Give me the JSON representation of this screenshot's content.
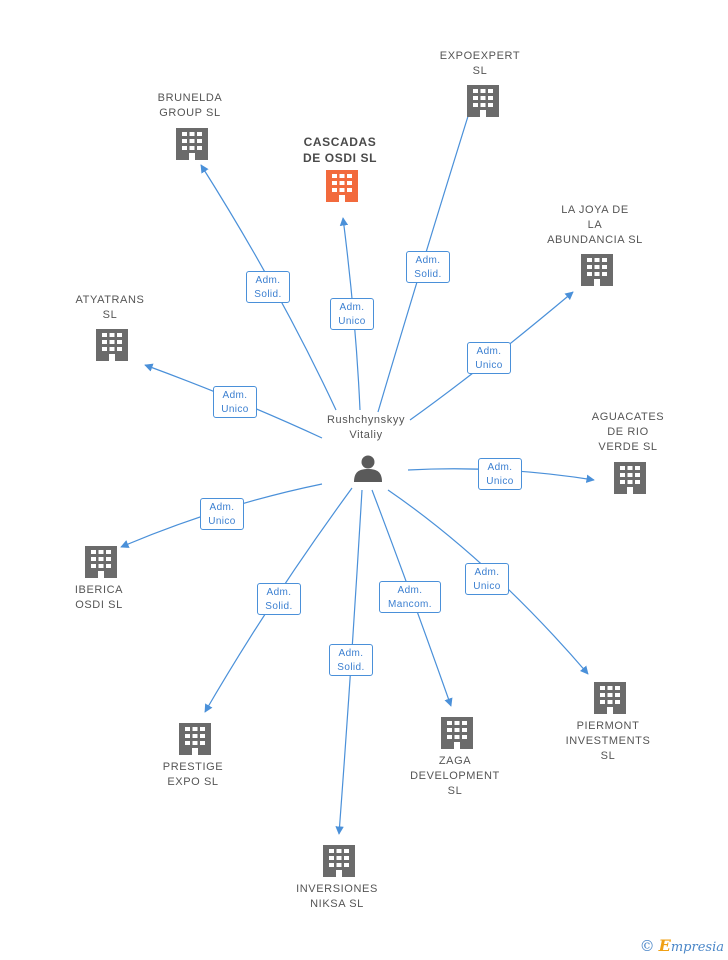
{
  "person": {
    "name": "Rushchynskyy\nVitaliy",
    "icon": "person-icon"
  },
  "companies": [
    {
      "id": "cascadas",
      "label": "CASCADAS\nDE OSDI  SL",
      "role": "Adm.\nUnico",
      "focus": true
    },
    {
      "id": "brunelda",
      "label": "BRUNELDA\nGROUP  SL",
      "role": "Adm.\nSolid."
    },
    {
      "id": "expoexpert",
      "label": "EXPOEXPERT\nSL",
      "role": "Adm.\nSolid."
    },
    {
      "id": "lajoya",
      "label": "LA JOYA DE\nLA\nABUNDANCIA SL",
      "role": "Adm.\nUnico"
    },
    {
      "id": "atyatrans",
      "label": "ATYATRANS\nSL",
      "role": "Adm.\nUnico"
    },
    {
      "id": "aguacates",
      "label": "AGUACATES\nDE RIO\nVERDE SL",
      "role": "Adm.\nUnico"
    },
    {
      "id": "iberica",
      "label": "IBERICA\nOSDI SL",
      "role": "Adm.\nUnico"
    },
    {
      "id": "prestige",
      "label": "PRESTIGE\nEXPO  SL",
      "role": "Adm.\nSolid."
    },
    {
      "id": "inversiones",
      "label": "INVERSIONES\nNIKSA SL",
      "role": "Adm.\nSolid."
    },
    {
      "id": "zaga",
      "label": "ZAGA\nDEVELOPMENT\nSL",
      "role": "Adm.\nMancom."
    },
    {
      "id": "piermont",
      "label": "PIERMONT\nINVESTMENTS\nSL",
      "role": "Adm.\nUnico"
    }
  ],
  "colors": {
    "edge": "#4a90d9",
    "building": "#6b6b6b",
    "focus_building": "#f26a3d",
    "person": "#5a5a5a"
  },
  "footer": {
    "copyright": "©",
    "brand_initial": "E",
    "brand_rest": "mpresia"
  }
}
